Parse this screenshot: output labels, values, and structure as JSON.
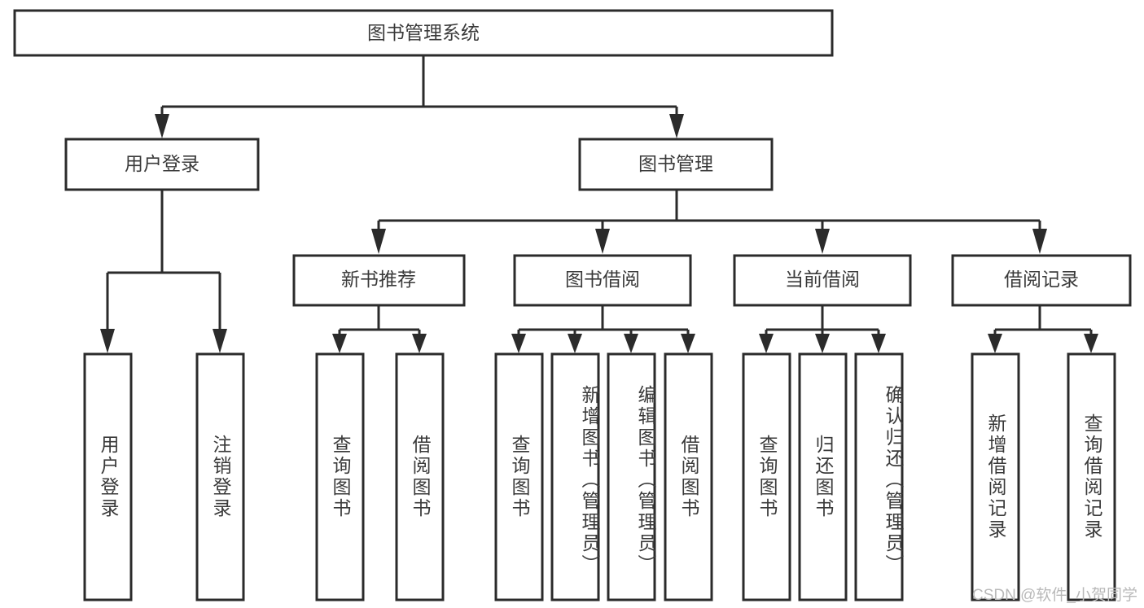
{
  "diagram": {
    "type": "tree",
    "title": "图书管理系统",
    "watermark": "CSDN @软件_小贺同学",
    "colors": {
      "background": "#ffffff",
      "stroke": "#2b2b2b",
      "text": "#3a3a3a",
      "watermark": "#b9b9b9"
    },
    "root": {
      "label": "图书管理系统",
      "level": 0
    },
    "level2": [
      {
        "label": "用户登录"
      },
      {
        "label": "图书管理"
      }
    ],
    "level3": [
      {
        "label": "新书推荐"
      },
      {
        "label": "图书借阅"
      },
      {
        "label": "当前借阅"
      },
      {
        "label": "借阅记录"
      }
    ],
    "leaves": {
      "user_login": [
        {
          "label": "用户登录"
        },
        {
          "label": "注销登录"
        }
      ],
      "new_book_recommend": [
        {
          "label": "查询图书"
        },
        {
          "label": "借阅图书"
        }
      ],
      "book_borrow": [
        {
          "label": "查询图书"
        },
        {
          "label": "新增图书（管理员）"
        },
        {
          "label": "编辑图书（管理员）"
        },
        {
          "label": "借阅图书"
        }
      ],
      "current_borrow": [
        {
          "label": "查询图书"
        },
        {
          "label": "归还图书"
        },
        {
          "label": "确认归还（管理员）"
        }
      ],
      "borrow_record": [
        {
          "label": "新增借阅记录"
        },
        {
          "label": "查询借阅记录"
        }
      ]
    }
  }
}
